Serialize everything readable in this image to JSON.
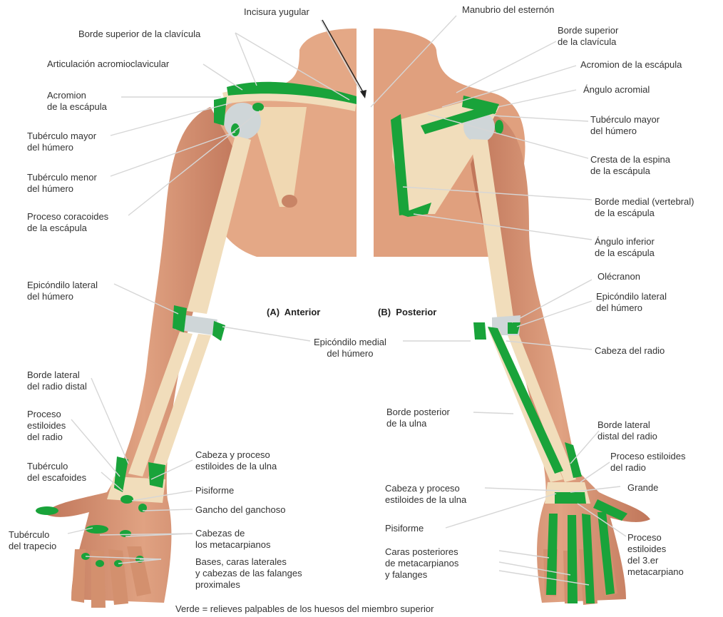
{
  "views": {
    "anterior": "(A)  Anterior",
    "posterior": "(B)  Posterior"
  },
  "legend": "Verde = relieves palpables de los huesos del miembro superior",
  "colors": {
    "palpable_green": "#19a33a",
    "skin": "#d99a76",
    "skin_dark": "#c07a58",
    "bone": "#f1ddbb",
    "cartilage": "#cfd6d8",
    "leader": "#d6d6d6"
  },
  "labels": {
    "incisura_yugular": "Incisura yugular",
    "manubrio": "Manubrio del esternón",
    "borde_sup_clavicula_a": "Borde superior de la clavícula",
    "borde_sup_clavicula_b": "Borde superior\nde la clavícula",
    "art_acromioclavicular": "Articulación acromioclavicular",
    "acromion_a": "Acromion\nde la escápula",
    "acromion_b": "Acromion de la escápula",
    "angulo_acromial": "Ángulo acromial",
    "tub_mayor_a": "Tubérculo mayor\ndel húmero",
    "tub_mayor_b": "Tubérculo mayor\ndel húmero",
    "tub_menor": "Tubérculo menor\ndel húmero",
    "cresta_espina": "Cresta de la espina\nde la escápula",
    "coracoides": "Proceso coracoides\nde la escápula",
    "borde_medial": "Borde medial (vertebral)\nde la escápula",
    "angulo_inferior": "Ángulo inferior\nde la escápula",
    "olecranon": "Olécranon",
    "epi_lat_a": "Epicóndilo lateral\ndel húmero",
    "epi_lat_b": "Epicóndilo lateral\ndel húmero",
    "epi_medial": "Epicóndilo medial\ndel húmero",
    "cabeza_radio": "Cabeza del radio",
    "borde_lat_radio_distal": "Borde lateral\ndel radio distal",
    "borde_posterior_ulna": "Borde posterior\nde la ulna",
    "estiloides_radio_a": "Proceso\nestiloides\ndel radio",
    "borde_lat_distal_radio": "Borde lateral\ndistal del radio",
    "tub_escafoides": "Tubérculo\ndel escafoides",
    "cabeza_ulna_a": "Cabeza y proceso\nestiloides de la ulna",
    "estiloides_radio_b": "Proceso estiloides\ndel radio",
    "pisiforme_a": "Pisiforme",
    "grande": "Grande",
    "cabeza_ulna_b": "Cabeza y proceso\nestiloides de la ulna",
    "gancho": "Gancho del ganchoso",
    "tub_trapecio": "Tubérculo\ndel trapecio",
    "pisiforme_b": "Pisiforme",
    "cabezas_meta": "Cabezas de\nlos metacarpianos",
    "estiloides_3": "Proceso\nestiloides\ndel 3.er\nmetacarpiano",
    "caras_post": "Caras posteriores\nde metacarpianos\ny falanges",
    "bases": "Bases, caras laterales\ny cabezas de las falanges\nproximales"
  }
}
